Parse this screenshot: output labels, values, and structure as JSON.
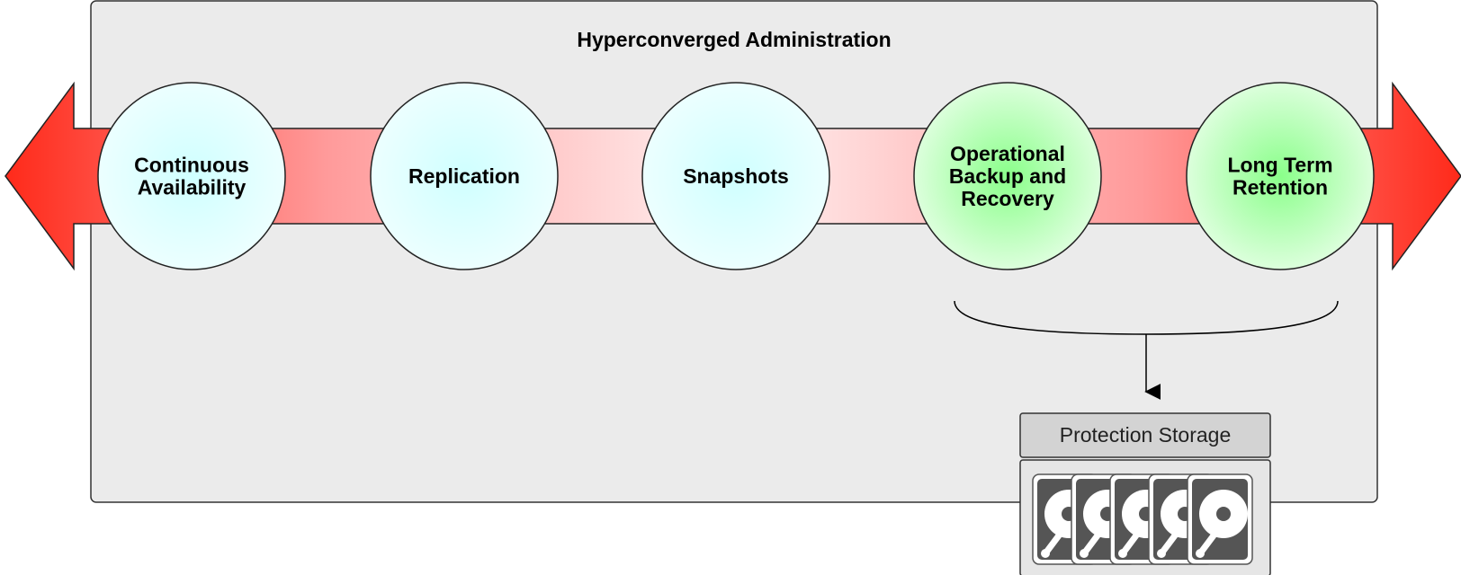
{
  "panel": {
    "title": "Hyperconverged Administration"
  },
  "stages": [
    {
      "lines": [
        "Continuous",
        "Availability"
      ],
      "tone": "blue"
    },
    {
      "lines": [
        "Replication"
      ],
      "tone": "blue"
    },
    {
      "lines": [
        "Snapshots"
      ],
      "tone": "blue"
    },
    {
      "lines": [
        "Operational",
        "Backup and",
        "Recovery"
      ],
      "tone": "green"
    },
    {
      "lines": [
        "Long Term",
        "Retention"
      ],
      "tone": "green"
    }
  ],
  "storage": {
    "label": "Protection Storage",
    "disk_count": 5,
    "disk_icon": "hard-disk-icon"
  },
  "colors": {
    "arrow": "#ff2a1a",
    "panel_fill": "#ebebeb",
    "blue_circle_center": "#d2ffff",
    "blue_circle_edge": "#ebffff",
    "green_circle_center": "#8fff8f",
    "green_circle_edge": "#d9ffd9",
    "storage_header": "#d3d3d3",
    "storage_body": "#e6e6e6",
    "disk": "#555555"
  }
}
